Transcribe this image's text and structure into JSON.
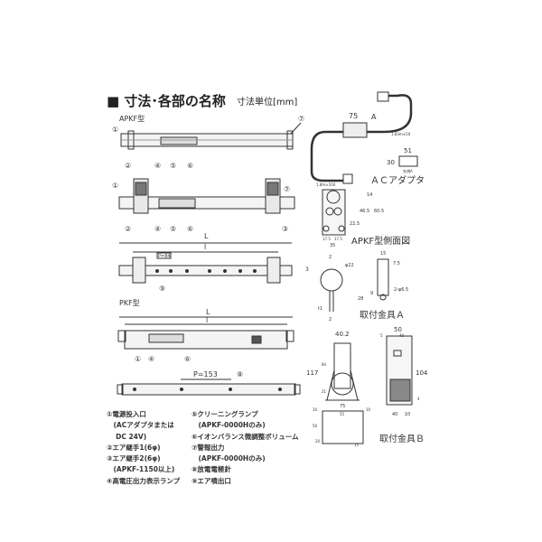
{
  "header": {
    "title": "■ 寸法･各部の名称",
    "units": "寸法単位[mm]"
  },
  "models": {
    "apkf": "APKF型",
    "pkf": "PKF型"
  },
  "callouts": [
    "①",
    "②",
    "③",
    "④",
    "⑤",
    "⑥",
    "⑦",
    "⑧",
    "⑨"
  ],
  "dims": {
    "L": "L",
    "l": "l",
    "p84": "P=84",
    "p153": "P=153",
    "adapter_len": "75",
    "adapter_a": "A",
    "adapter_w": "51",
    "adapter_h": "30",
    "cord1": "1.8m±100",
    "cord2": "1.83m±50",
    "arrow_a": "矢視A",
    "side_14": "14",
    "side_465": "46.5",
    "side_605": "60.5",
    "side_225": "22.5",
    "side_175a": "17.5",
    "side_175b": "17.5",
    "side_35": "35",
    "a_2": "2",
    "a_3": "3",
    "a_phi22": "φ22",
    "a_t1": "t1",
    "a_2b": "2",
    "a_15": "15",
    "a_75": "7.5",
    "a_phi65": "2-φ6.5",
    "a_28": "28",
    "a_9": "9",
    "b_402": "40.2",
    "b_117": "117",
    "b_84": "84",
    "b_21": "21",
    "b_50": "50",
    "b_5": "5",
    "b_40": "40",
    "b_104": "104",
    "b_4": "4",
    "b_40b": "40",
    "b_10": "10",
    "b_75": "75",
    "b_55": "55",
    "b_10a": "10",
    "b_10b": "10",
    "b_50v": "50",
    "b_20": "20",
    "b_15": "15"
  },
  "captions": {
    "ac_adapter": "ＡＣアダプタ",
    "side_view": "APKF型側面図",
    "bracket_a": "取付金具Ａ",
    "bracket_b": "取付金具Ｂ"
  },
  "legend_left": [
    "①電源投入口",
    "　(ACアダプタまたは",
    "　 DC 24V)",
    "②エア継手1(6φ)",
    "③エア継手2(6φ)",
    "　(APKF-1150以上)",
    "④高電圧出力表示ランプ"
  ],
  "legend_right": [
    "⑤クリーニングランプ",
    "　(APKF-0000Hのみ)",
    "⑥イオンバランス微調整ボリューム",
    "⑦警報出力",
    "　(APKF-0000Hのみ)",
    "⑧放電電極針",
    "⑨エア噴出口"
  ]
}
